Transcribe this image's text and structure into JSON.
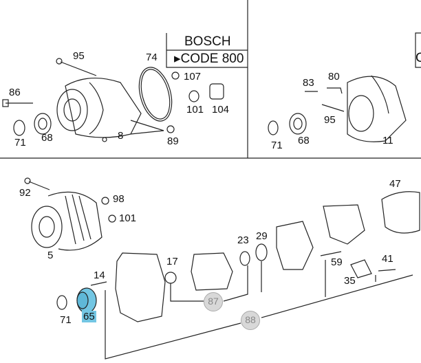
{
  "boxes": {
    "bosch_title": "BOSCH",
    "bosch_code": "▸CODE 800",
    "right_code_fragment": "C"
  },
  "labels": {
    "l95a": "95",
    "l74": "74",
    "l107": "107",
    "l86": "86",
    "l101a": "101",
    "l104": "104",
    "l71a": "71",
    "l68a": "68",
    "l8": "8",
    "l89": "89",
    "l83": "83",
    "l80": "80",
    "l95b": "95",
    "l71b": "71",
    "l68b": "68",
    "l11": "11",
    "l92": "92",
    "l98": "98",
    "l101b": "101",
    "l5": "5",
    "l47": "47",
    "l23": "23",
    "l29": "29",
    "l17": "17",
    "l14": "14",
    "l59": "59",
    "l41": "41",
    "l35": "35",
    "l71c": "71",
    "l65": "65"
  },
  "circles": {
    "c87": "87",
    "c88": "88"
  },
  "colors": {
    "highlight": "#73c6e3",
    "line": "#222222",
    "circle_fill": "#d8d8d8"
  }
}
